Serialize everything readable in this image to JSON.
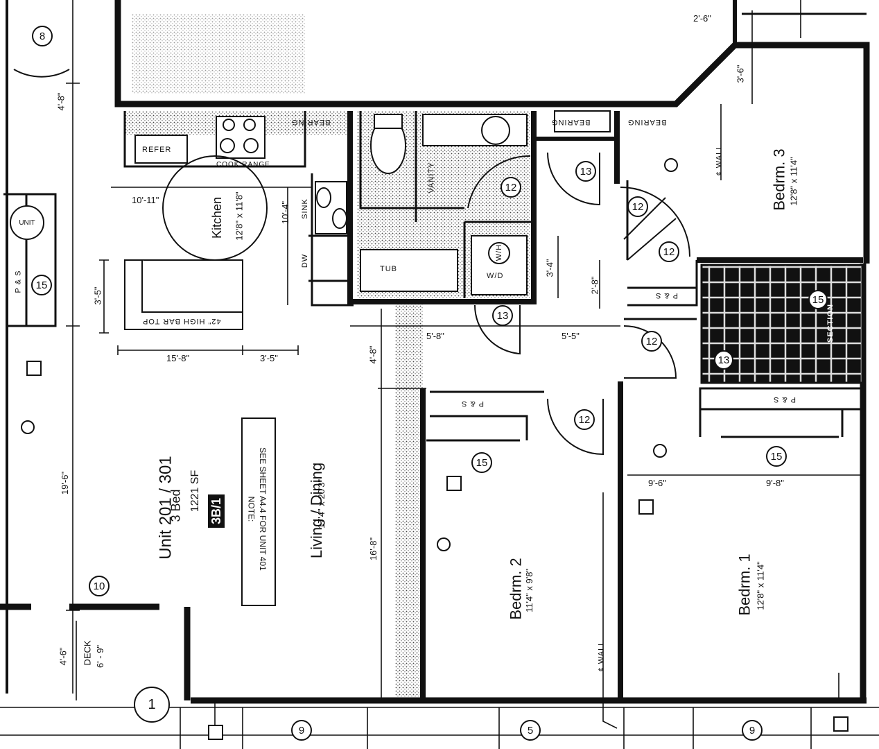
{
  "unit": {
    "title": "Unit 201 / 301",
    "beds": "3 Bed",
    "area": "1221 SF",
    "badge": "3B/1"
  },
  "note": {
    "title": "NOTE:",
    "text": "SEE SHEET A4.4 FOR UNIT 401"
  },
  "rooms": {
    "kitchen": {
      "name": "Kitchen",
      "size": "12'8\" x 11'8\""
    },
    "living": {
      "name": "Living / Dining",
      "size": "17'4\" x 20'3\""
    },
    "bed1": {
      "name": "Bedrm. 1",
      "size": "12'8\" x 11'4\""
    },
    "bed2": {
      "name": "Bedrm. 2",
      "size": "11'4\" x 9'8\""
    },
    "bed3": {
      "name": "Bedrm. 3",
      "size": "12'8\" x 11'4\""
    },
    "deck": {
      "name": "DECK",
      "size": "6' - 9\""
    }
  },
  "fixtures": {
    "bar_top": "42\" HIGH BAR TOP",
    "cook_range": "COOK RANGE",
    "sink": "SINK",
    "dw": "DW",
    "wh": "W/H",
    "wd": "W/D",
    "fridge": "REFER",
    "shelf_a": "P & S",
    "shelf_b": "P & S",
    "shelf_c": "P & S",
    "shelf_d": "P & S",
    "bearing_a": "BEARING",
    "bearing_b": "BEARING",
    "bearing_c": "BEARING",
    "unit_tag": "UNIT",
    "tub": "TUB",
    "vanity": "VANITY",
    "wall_a": "¢ WALL",
    "wall_b": "¢ WALL",
    "section": "SECTION"
  },
  "dims": {
    "d1": "10'-11\"",
    "d2": "15'-8\"",
    "d3": "3'-5\"",
    "d4": "4'-8\"",
    "d5": "5'-8\"",
    "d6": "3'-5\"",
    "d7": "10'-4\"",
    "d8": "5'-5\"",
    "d9": "9'-8\"",
    "d10": "9'-6\"",
    "d11": "3'-4\"",
    "d12": "19'-6\"",
    "d13": "4'-6\"",
    "d14": "16'-8\"",
    "d15": "2'-8\"",
    "d16": "3'-6\"",
    "d17": "4'-8\"",
    "d18": "2'-6\""
  },
  "tags": {
    "t1": "8",
    "t2": "12",
    "t3": "12",
    "t4": "12",
    "t5": "12",
    "t6": "12",
    "t7": "13",
    "t8": "13",
    "t9": "15",
    "t10": "15",
    "t11": "15",
    "t12": "10",
    "t13": "9",
    "t14": "5",
    "t15": "9",
    "t16": "1",
    "t17": "13",
    "t18": "15"
  }
}
